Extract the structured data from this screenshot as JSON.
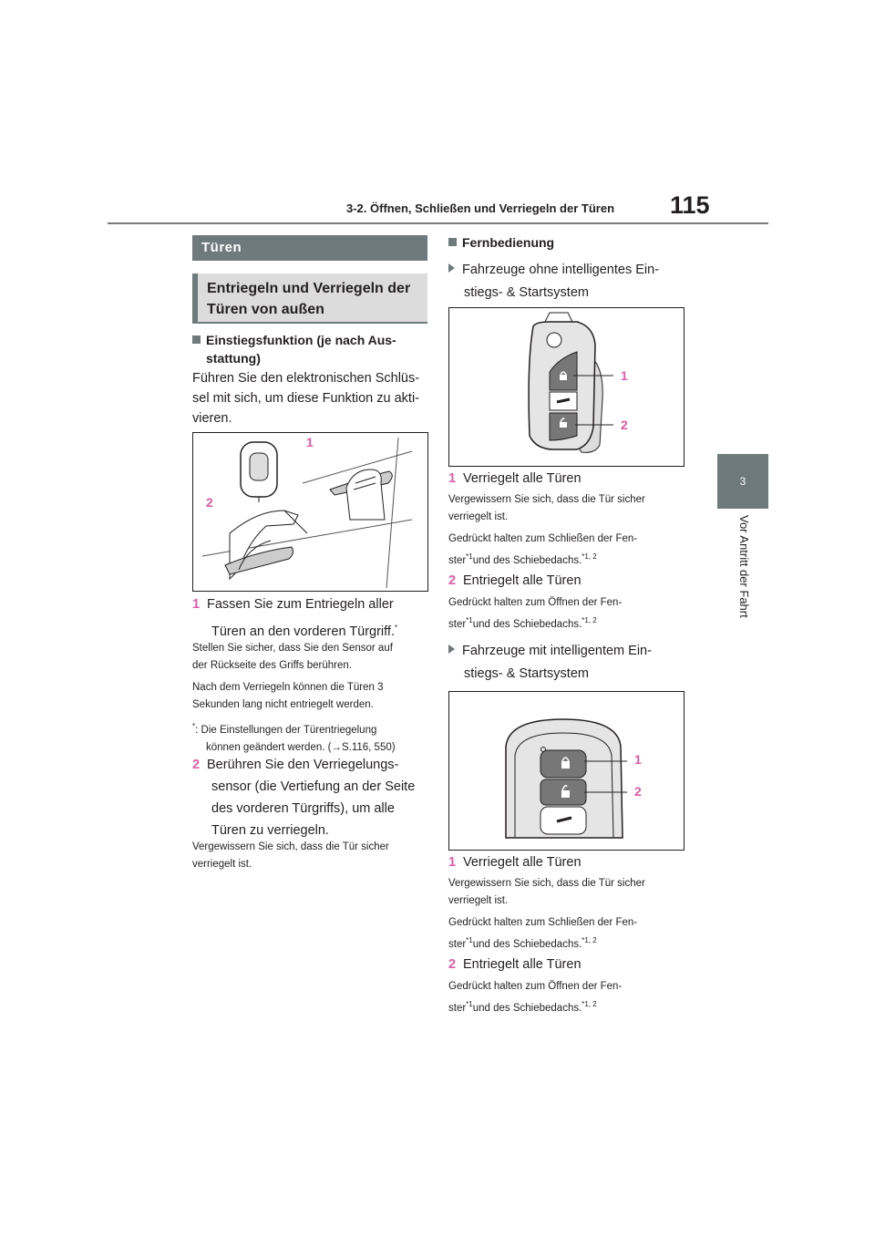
{
  "header": {
    "section": "3-2. Öffnen, Schließen und Verriegeln der Türen",
    "page_number": "115"
  },
  "side_tab": {
    "chapter": "3",
    "label": "Vor Antritt der Fahrt"
  },
  "left": {
    "title": "Türen",
    "subtitle": "Entriegeln und Verriegeln der Türen von außen",
    "heading": "Einstiegsfunktion (je nach Ausstattung)",
    "heading_line1": "Einstiegsfunktion (je nach Aus-",
    "heading_line2": "stattung)",
    "intro_l1": "Führen Sie den elektronischen Schlüs-",
    "intro_l2": "sel mit sich, um diese Funktion zu akti-",
    "intro_l3": "vieren.",
    "fig_label_1": "1",
    "fig_label_2": "2",
    "item1_num": "1",
    "item1_l1": "Fassen Sie zum Entriegeln aller",
    "item1_l2": "Türen an den vorderen Türgriff.",
    "item1_sup": "*",
    "item1_note1_l1": "Stellen Sie sicher, dass Sie den Sensor auf",
    "item1_note1_l2": "der Rückseite des Griffs berühren.",
    "item1_note2_l1": "Nach dem Verriegeln können die Türen 3",
    "item1_note2_l2": "Sekunden lang nicht entriegelt werden.",
    "footnote_mark": "*",
    "footnote_l1": ": Die Einstellungen der Türentriegelung",
    "footnote_l2": "können geändert werden. (→S.116, 550)",
    "item2_num": "2",
    "item2_l1": "Berühren Sie den Verriegelungs-",
    "item2_l2": "sensor (die Vertiefung an der Seite",
    "item2_l3": "des vorderen Türgriffs), um alle",
    "item2_l4": "Türen zu verriegeln.",
    "item2_note_l1": "Vergewissern Sie sich, dass die Tür sicher",
    "item2_note_l2": "verriegelt ist."
  },
  "right": {
    "heading": "Fernbedienung",
    "sub1_l1": "Fahrzeuge ohne intelligentes Ein-",
    "sub1_l2": "stiegs- & Startsystem",
    "sub2_l1": "Fahrzeuge mit intelligentem Ein-",
    "sub2_l2": "stiegs- & Startsystem",
    "fig_label_1": "1",
    "fig_label_2": "2",
    "a_item1_num": "1",
    "a_item1": "Verriegelt alle Türen",
    "a_item1_note1_l1": "Vergewissern Sie sich, dass die Tür sicher",
    "a_item1_note1_l2": "verriegelt ist.",
    "a_item1_note2_l1": "Gedrückt halten zum Schließen der Fen-",
    "a_item1_note2_l2a": "ster",
    "a_item1_note2_sup1": "*1",
    "a_item1_note2_l2b": "und des Schiebedachs.",
    "a_item1_note2_sup2": "*1, 2",
    "a_item2_num": "2",
    "a_item2": "Entriegelt alle Türen",
    "a_item2_note_l1": "Gedrückt halten zum Öffnen der Fen-",
    "a_item2_note_l2a": "ster",
    "a_item2_note_sup1": "*1",
    "a_item2_note_l2b": "und des Schiebedachs.",
    "a_item2_note_sup2": "*1, 2"
  }
}
